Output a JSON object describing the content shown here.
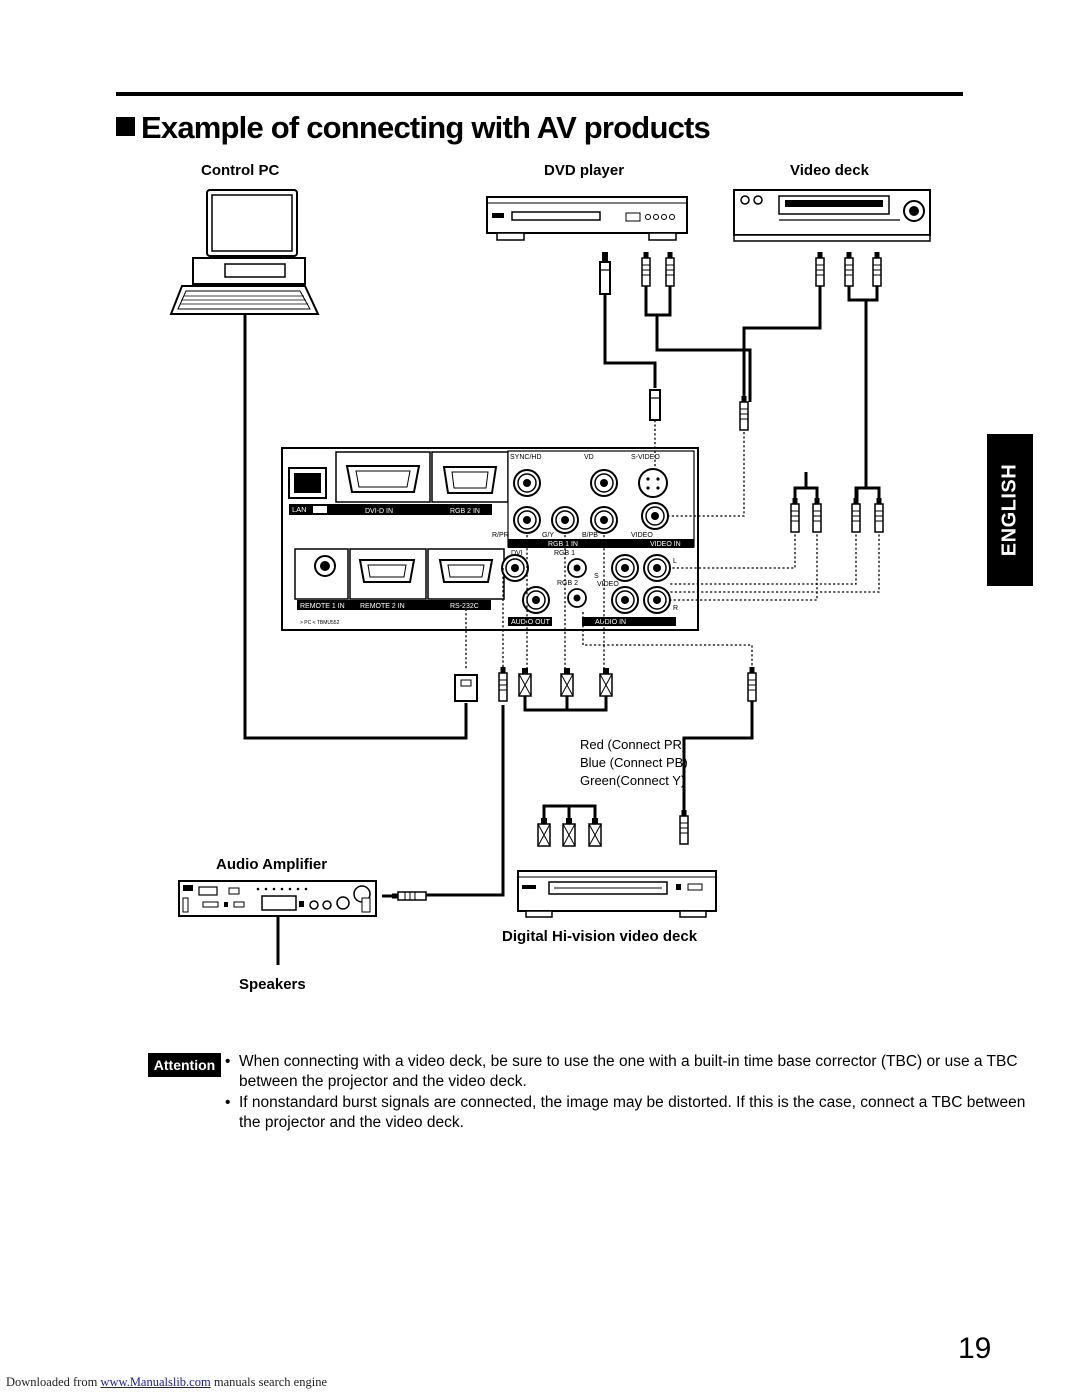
{
  "title": "Example of connecting with AV products",
  "side_tab": "ENGLISH",
  "devices": {
    "control_pc": "Control PC",
    "dvd_player": "DVD player",
    "video_deck": "Video deck",
    "audio_amplifier": "Audio Amplifier",
    "speakers": "Speakers",
    "hivision_deck": "Digital Hi-vision video deck"
  },
  "cable_legend": [
    "Red (Connect PR)",
    "Blue (Connect PB)",
    "Green(Connect Y)"
  ],
  "panel_labels": {
    "lan": "LAN",
    "dvi_d_in": "DVI-D IN",
    "rgb2_in": "RGB 2 IN",
    "sync_hd": "SYNC/HD",
    "vd": "VD",
    "s_video": "S-VIDEO",
    "r_pr": "R/PR",
    "g_y": "G/Y",
    "b_pb": "B/PB",
    "video": "VIDEO",
    "rgb1_in": "RGB 1 IN",
    "video_in": "VIDEO IN",
    "dvi": "DVI",
    "rgb1": "RGB 1",
    "rgb2": "RGB 2",
    "remote1_in": "REMOTE 1 IN",
    "remote2_in": "REMOTE 2 IN",
    "rs232c": "RS-232C",
    "audio_out": "AUDIO OUT",
    "audio_in": "AUDIO IN",
    "s_label": "S",
    "video_short": "VIDEO",
    "l_label": "L",
    "r_label": "R",
    "pc_tbmu": "> PC <   TBMU552"
  },
  "attention": {
    "label": "Attention",
    "notes": [
      "When connecting with a video deck, be sure to use the one with a built-in time base corrector (TBC) or use a TBC between the projector and the video deck.",
      "If nonstandard burst signals are connected, the image may be distorted. If this is the case, connect a TBC between the projector and the video deck."
    ]
  },
  "page_number": "19",
  "footer": {
    "prefix": "Downloaded from ",
    "link": "www.Manualslib.com",
    "suffix": " manuals search engine"
  }
}
